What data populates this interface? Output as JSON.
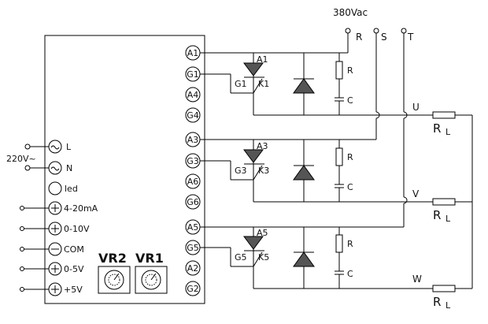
{
  "supply": {
    "voltage": "380Vac",
    "phases": [
      "R",
      "S",
      "T"
    ]
  },
  "left_io": {
    "mains": "220V~",
    "terminals": [
      {
        "symbol": "~",
        "label": "L"
      },
      {
        "symbol": "~",
        "label": "N"
      },
      {
        "symbol": "",
        "label": "led"
      },
      {
        "symbol": "+",
        "label": "4-20mA"
      },
      {
        "symbol": "+",
        "label": "0-10V"
      },
      {
        "symbol": "-",
        "label": "COM"
      },
      {
        "symbol": "+",
        "label": "0-5V"
      },
      {
        "symbol": "+",
        "label": "+5V"
      }
    ]
  },
  "pots": [
    {
      "label": "VR2"
    },
    {
      "label": "VR1"
    }
  ],
  "controller_pins": [
    "A1",
    "G1",
    "A4",
    "G4",
    "A3",
    "G3",
    "A6",
    "G6",
    "A5",
    "G5",
    "A2",
    "G2"
  ],
  "thyristors": [
    {
      "anode": "A1",
      "gate": "G1",
      "cathode": "K1",
      "r": "R",
      "c": "C"
    },
    {
      "anode": "A3",
      "gate": "G3",
      "cathode": "K3",
      "r": "R",
      "c": "C"
    },
    {
      "anode": "A5",
      "gate": "G5",
      "cathode": "K5",
      "r": "R",
      "c": "C"
    }
  ],
  "outputs": [
    {
      "phase": "U"
    },
    {
      "phase": "V"
    },
    {
      "phase": "W"
    }
  ],
  "load": {
    "name": "R",
    "subscript": "L"
  }
}
